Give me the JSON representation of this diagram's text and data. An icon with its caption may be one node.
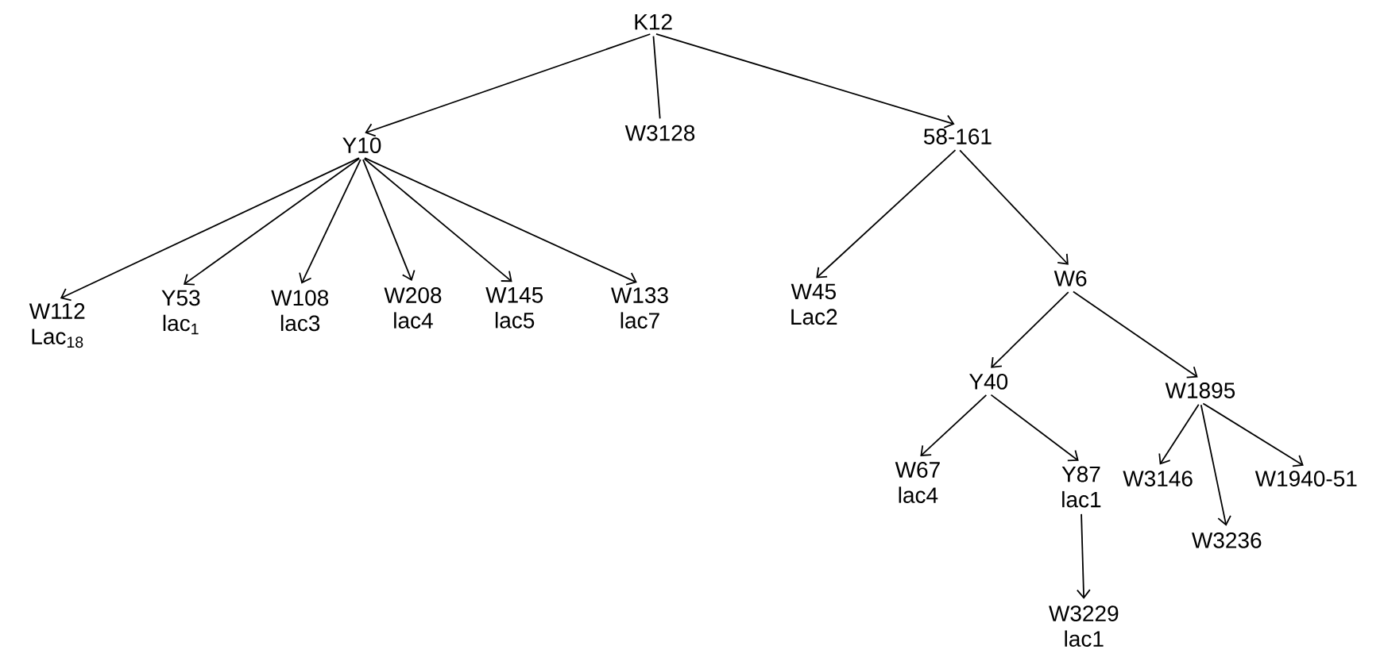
{
  "diagram": {
    "nodes": [
      {
        "text": [
          "K12"
        ]
      },
      {
        "text": [
          "Y10"
        ]
      },
      {
        "text": [
          "W3128"
        ]
      },
      {
        "text": [
          "58-161"
        ]
      },
      {
        "text": [
          "W112",
          "Lac$_{18}$"
        ]
      },
      {
        "text": [
          "Y53",
          "lac$_{1}$"
        ]
      },
      {
        "text": [
          "W108",
          "lac3"
        ]
      },
      {
        "text": [
          "W208",
          "lac4"
        ]
      },
      {
        "text": [
          "W145",
          "lac5"
        ]
      },
      {
        "text": [
          "W133",
          "lac7"
        ]
      },
      {
        "text": [
          "W45",
          "Lac2"
        ]
      },
      {
        "text": [
          "W6"
        ]
      },
      {
        "text": [
          "Y40"
        ]
      },
      {
        "text": [
          "W1895"
        ]
      },
      {
        "text": [
          "W67",
          "lac4"
        ]
      },
      {
        "text": [
          "Y87",
          "lac1"
        ]
      },
      {
        "text": [
          "W3146"
        ]
      },
      {
        "text": [
          "W3236"
        ]
      },
      {
        "text": [
          "W1940-51"
        ]
      },
      {
        "text": [
          "W3229",
          "lac1"
        ]
      }
    ],
    "edges": [
      {
        "from": 0,
        "to": 1,
        "arrow": "to"
      },
      {
        "from": 0,
        "to": 2,
        "arrow": "none"
      },
      {
        "from": 0,
        "to": 3,
        "arrow": "to"
      },
      {
        "from": 1,
        "to": 4,
        "arrow": "to"
      },
      {
        "from": 1,
        "to": 5,
        "arrow": "to"
      },
      {
        "from": 1,
        "to": 6,
        "arrow": "to"
      },
      {
        "from": 1,
        "to": 7,
        "arrow": "to"
      },
      {
        "from": 1,
        "to": 8,
        "arrow": "to"
      },
      {
        "from": 1,
        "to": 9,
        "arrow": "to"
      },
      {
        "from": 3,
        "to": 10,
        "arrow": "to"
      },
      {
        "from": 3,
        "to": 11,
        "arrow": "to"
      },
      {
        "from": 11,
        "to": 12,
        "arrow": "to"
      },
      {
        "from": 11,
        "to": 13,
        "arrow": "to"
      },
      {
        "from": 12,
        "to": 14,
        "arrow": "to"
      },
      {
        "from": 12,
        "to": 15,
        "arrow": "to"
      },
      {
        "from": 15,
        "to": 19,
        "arrow": "to"
      },
      {
        "from": 13,
        "to": 16,
        "arrow": "to"
      },
      {
        "from": 13,
        "to": 17,
        "arrow": "to"
      },
      {
        "from": 13,
        "to": 18,
        "arrow": "to"
      }
    ]
  }
}
